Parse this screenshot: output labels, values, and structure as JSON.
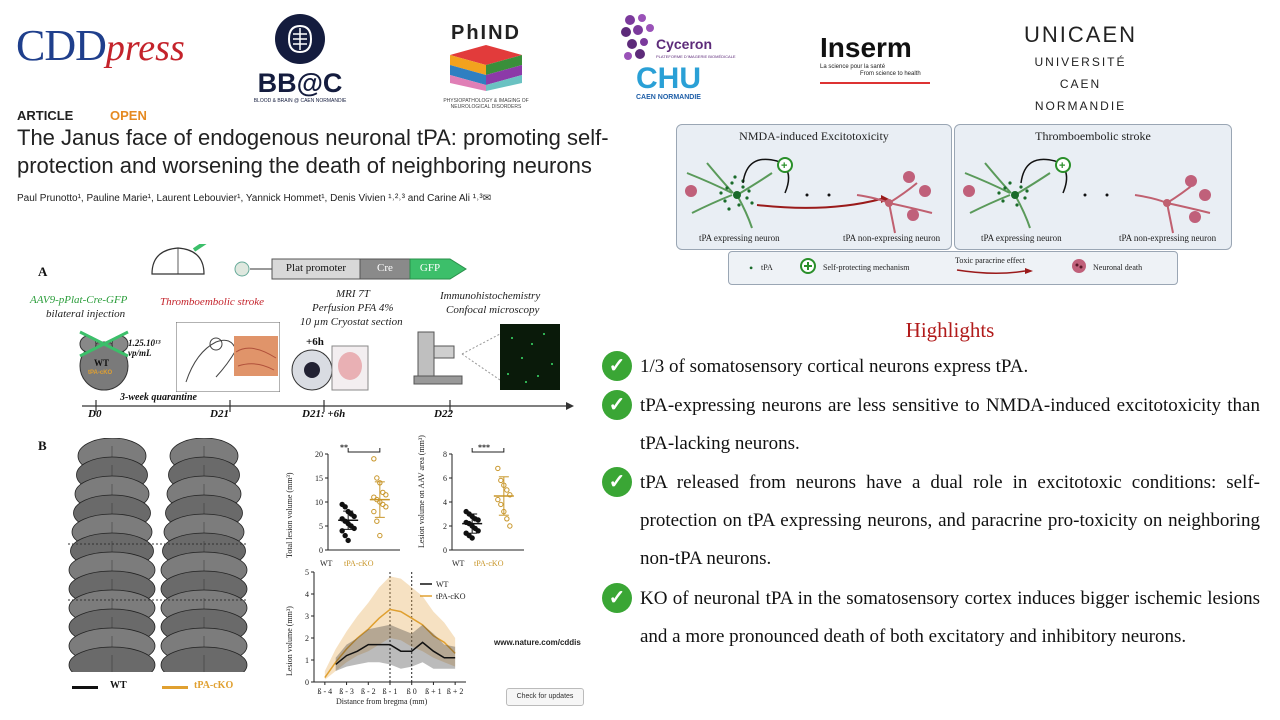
{
  "logos": {
    "cdd_a": "CDD",
    "cdd_b": "press",
    "bbc_name": "BB@C",
    "bbc_sub": "BLOOD & BRAIN @ CAEN NORMANDIE",
    "phind_name": "PhIND",
    "phind_sub": "PHYSIOPATHOLOGY & IMAGING OF NEUROLOGICAL DISORDERS",
    "cyceron_name": "Cyceron",
    "cyceron_sub": "PLATEFORME D'IMAGERIE BIOMÉDICALE",
    "chu_name": "CHU",
    "chu_sub": "CAEN NORMANDIE",
    "inserm_name": "Inserm",
    "inserm_sub1": "La science pour la santé",
    "inserm_sub2": "From science to health",
    "unicaen_name": "UNICAEN",
    "unicaen_sub1": "UNIVERSITÉ",
    "unicaen_sub2": "CAEN",
    "unicaen_sub3": "NORMANDIE"
  },
  "article": {
    "type": "ARTICLE",
    "open": "OPEN",
    "title": "The Janus face of endogenous neuronal tPA: promoting self-protection and worsening the death of neighboring neurons",
    "authors": "Paul Prunotto¹, Pauline Marie¹, Laurent Lebouvier¹, Yannick Hommet¹, Denis Vivien ¹˒²˒³ and Carine Ali ¹˒³✉"
  },
  "abstract": {
    "panel1_title": "NMDA-induced Excitotoxicity",
    "panel2_title": "Thromboembolic stroke",
    "expressing": "tPA expressing neuron",
    "non_expressing": "tPA non-expressing neuron",
    "legend_tpa": "tPA",
    "legend_self": "Self-protecting mechanism",
    "legend_toxic": "Toxic paracrine effect",
    "legend_death": "Neuronal death"
  },
  "highlights": {
    "title": "Highlights",
    "items": [
      "1/3 of somatosensory cortical neurons express tPA.",
      "tPA-expressing neurons are less sensitive to NMDA-induced excitotoxicity than tPA-lacking neurons.",
      "tPA released from neurons have a dual role in excitotoxic conditions: self-protection on tPA expressing neurons, and paracrine pro-toxicity on neighboring non-tPA neurons.",
      "KO of neuronal tPA in the somatosensory cortex induces bigger ischemic lesions and a more pronounced death of both excitatory and inhibitory neurons."
    ]
  },
  "figure": {
    "panel_a": "A",
    "panel_b": "B",
    "construct_promoter": "Plat promoter",
    "construct_cre": "Cre",
    "construct_gfp": "GFP",
    "aav_line1": "AAV9-pPlat-Cre-GFP",
    "aav_line2": "bilateral injection",
    "dose": "1.25.10¹³ vp/mL",
    "mouse_wt": "WT",
    "mouse_ko": "tPA-cKO",
    "stroke": "Thromboembolic stroke",
    "mri1": "MRI 7T",
    "mri2": "Perfusion PFA 4%",
    "mri3": "10 µm Cryostat section",
    "ihc1": "Immunohistochemistry",
    "ihc2": "Confocal microscopy",
    "plus6h": "+6h",
    "quarantine": "3-week quarantine",
    "timeline": [
      "D0",
      "D21",
      "D21: +6h",
      "D22"
    ],
    "legend_wt": "WT",
    "legend_ko": "tPA-cKO",
    "nature_url": "www.nature.com/cddis",
    "check_updates": "Check for updates"
  },
  "chart_data": [
    {
      "type": "scatter",
      "ylabel": "Total lesion volume (mm³)",
      "categories": [
        "WT",
        "tPA-cKO"
      ],
      "ylim": [
        0,
        20
      ],
      "yticks": [
        0,
        5,
        10,
        15,
        20
      ],
      "significance": "**",
      "series": [
        {
          "name": "WT",
          "values": [
            9.5,
            9,
            8,
            7.5,
            7,
            6.5,
            6,
            5.5,
            5,
            4.5,
            4,
            3,
            2
          ],
          "mean": 6.2,
          "sd_low": 4.3,
          "sd_high": 8.1
        },
        {
          "name": "tPA-cKO",
          "values": [
            19,
            15,
            14,
            12,
            11.5,
            11,
            10.5,
            10,
            9.5,
            9,
            8,
            6,
            3
          ],
          "mean": 10.5,
          "sd_low": 6.8,
          "sd_high": 14.2
        }
      ],
      "colors": {
        "WT": "#111111",
        "tPA-cKO": "#c8962a"
      }
    },
    {
      "type": "scatter",
      "ylabel": "Lesion volume on AAV area (mm³)",
      "categories": [
        "WT",
        "tPA-cKO"
      ],
      "ylim": [
        0,
        8
      ],
      "yticks": [
        0,
        2,
        4,
        6,
        8
      ],
      "significance": "***",
      "series": [
        {
          "name": "WT",
          "values": [
            3.2,
            3,
            2.8,
            2.6,
            2.5,
            2.3,
            2.2,
            2,
            1.8,
            1.6,
            1.4,
            1.2,
            1.0
          ],
          "mean": 2.2,
          "sd_low": 1.4,
          "sd_high": 3.0
        },
        {
          "name": "tPA-cKO",
          "values": [
            6.8,
            5.8,
            5.4,
            5,
            4.6,
            4.2,
            3.8,
            3.2,
            2.6,
            2
          ],
          "mean": 4.5,
          "sd_low": 2.9,
          "sd_high": 6.1
        }
      ],
      "colors": {
        "WT": "#111111",
        "tPA-cKO": "#c8962a"
      }
    },
    {
      "type": "line",
      "xlabel": "Distance from bregma (mm)",
      "ylabel": "Lesion volume (mm³)",
      "x": [
        -4,
        -3,
        -2,
        -1,
        0,
        1,
        2
      ],
      "xticks": [
        "ß - 4",
        "ß - 3",
        "ß - 2",
        "ß - 1",
        "ß 0",
        "ß + 1",
        "ß + 2"
      ],
      "ylim": [
        0,
        5
      ],
      "yticks": [
        0,
        1,
        2,
        3,
        4,
        5
      ],
      "vlines": [
        -1,
        0
      ],
      "series": [
        {
          "name": "WT",
          "x": [
            -3.5,
            -3,
            -2.5,
            -2,
            -1.5,
            -1,
            -0.5,
            0,
            0.5,
            1,
            1.5,
            2
          ],
          "values": [
            0.8,
            1.2,
            1.4,
            1.7,
            1.7,
            1.7,
            1.4,
            1.4,
            1.8,
            1.4,
            1.1,
            1.1
          ],
          "band_low": [
            0.5,
            0.7,
            0.8,
            0.9,
            0.9,
            0.8,
            0.6,
            0.7,
            0.9,
            0.6,
            0.6,
            0.6
          ],
          "band_high": [
            1.1,
            1.7,
            2.0,
            2.4,
            2.5,
            2.6,
            2.4,
            2.2,
            2.6,
            2.2,
            1.7,
            1.6
          ]
        },
        {
          "name": "tPA-cKO",
          "x": [
            -4,
            -3.5,
            -3,
            -2.5,
            -2,
            -1.5,
            -1,
            -0.5,
            0,
            0.5,
            1,
            1.5,
            2
          ],
          "values": [
            0.2,
            0.9,
            1.5,
            2.0,
            2.4,
            2.9,
            3.3,
            3.2,
            2.9,
            2.6,
            2.1,
            1.8,
            1.3
          ],
          "band_low": [
            0.1,
            0.5,
            0.9,
            1.2,
            1.4,
            1.7,
            2.0,
            1.9,
            1.6,
            1.4,
            1.1,
            0.9,
            0.7
          ],
          "band_high": [
            0.5,
            1.5,
            2.3,
            3.0,
            3.6,
            4.3,
            4.8,
            4.7,
            4.3,
            3.9,
            3.2,
            2.7,
            2.0
          ]
        }
      ],
      "colors": {
        "WT": "#111111",
        "tPA-cKO": "#e0a030"
      }
    }
  ]
}
